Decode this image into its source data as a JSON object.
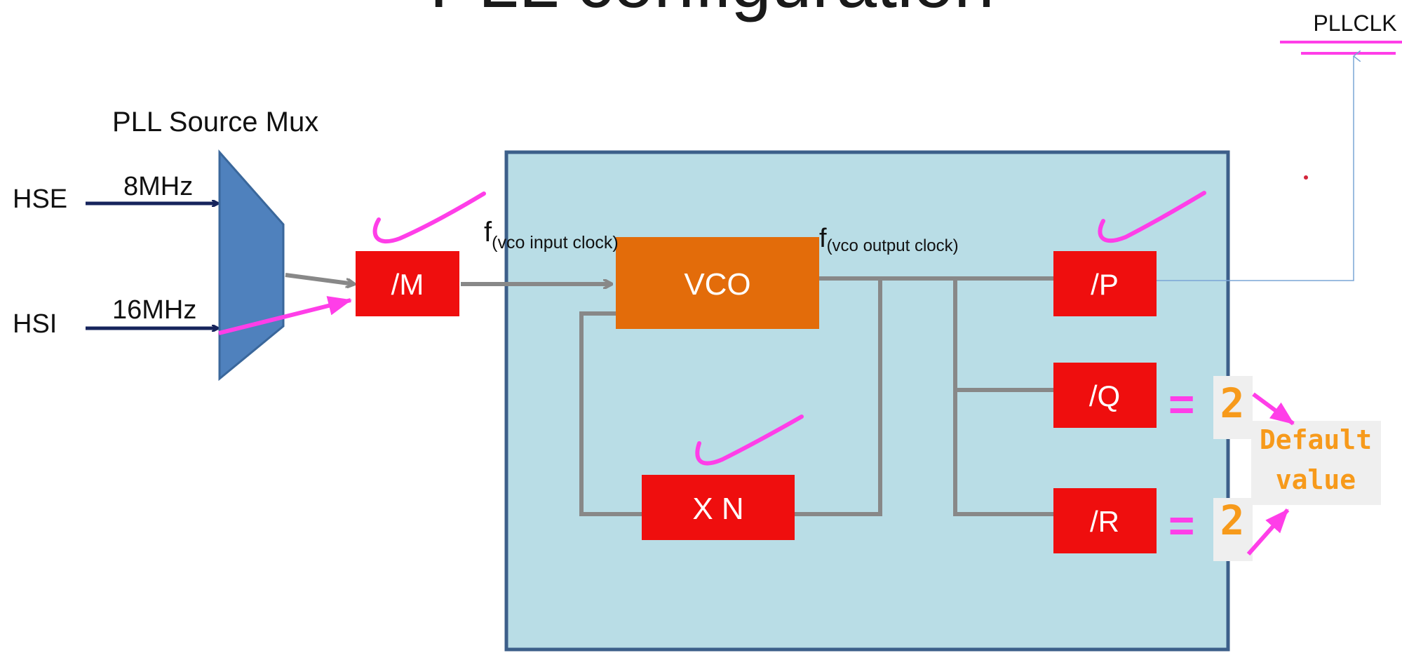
{
  "title_partial": "PLL configuration",
  "output_label": "PLLCLK",
  "mux_label": "PLL Source Mux",
  "inputs": [
    {
      "name": "HSE",
      "freq": "8MHz"
    },
    {
      "name": "HSI",
      "freq": "16MHz"
    }
  ],
  "blocks": {
    "m": "/M",
    "vco": "VCO",
    "n": "X N",
    "p": "/P",
    "q": "/Q",
    "r": "/R"
  },
  "signals": {
    "vco_in_f": "f",
    "vco_in_sub": "(vco input clock)",
    "vco_out_f": "f",
    "vco_out_sub": "(vco output clock)"
  },
  "annotations": {
    "q_eq": "=",
    "q_val": "2",
    "r_eq": "=",
    "r_val": "2",
    "default_line1": "Default",
    "default_line2": "value"
  },
  "colors": {
    "panel": "#b9dde6",
    "panel_border": "#3c5f8a",
    "block_red": "#ef0e0e",
    "vco_orange": "#e36c0a",
    "mux_blue": "#4f81bd",
    "wire": "#888888",
    "input_arrow": "#16245c",
    "highlight": "#ff3ee8",
    "annotation_orange": "#f79a1b"
  }
}
